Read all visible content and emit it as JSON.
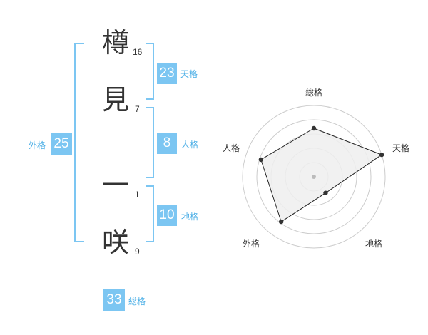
{
  "name": {
    "chars": [
      "樽",
      "見",
      "一",
      "咲"
    ],
    "strokes": [
      "16",
      "7",
      "1",
      "9"
    ]
  },
  "scores": {
    "tenkaku": {
      "value": "23",
      "label": "天格"
    },
    "jinkaku": {
      "value": "8",
      "label": "人格"
    },
    "chikaku": {
      "value": "10",
      "label": "地格"
    },
    "gaikaku": {
      "value": "25",
      "label": "外格"
    },
    "soukaku": {
      "value": "33",
      "label": "総格"
    }
  },
  "radar": {
    "axes": [
      "総格",
      "天格",
      "地格",
      "外格",
      "人格"
    ],
    "values": [
      0.68,
      1.0,
      0.28,
      0.78,
      0.78
    ],
    "colors": {
      "fill": "#eeeeee",
      "ring": "#cccccc",
      "line": "#222222",
      "point": "#333333",
      "center": "#bbbbbb"
    }
  },
  "colors": {
    "accent": "#7cc6f2",
    "accent_text": "#4aaee6"
  }
}
